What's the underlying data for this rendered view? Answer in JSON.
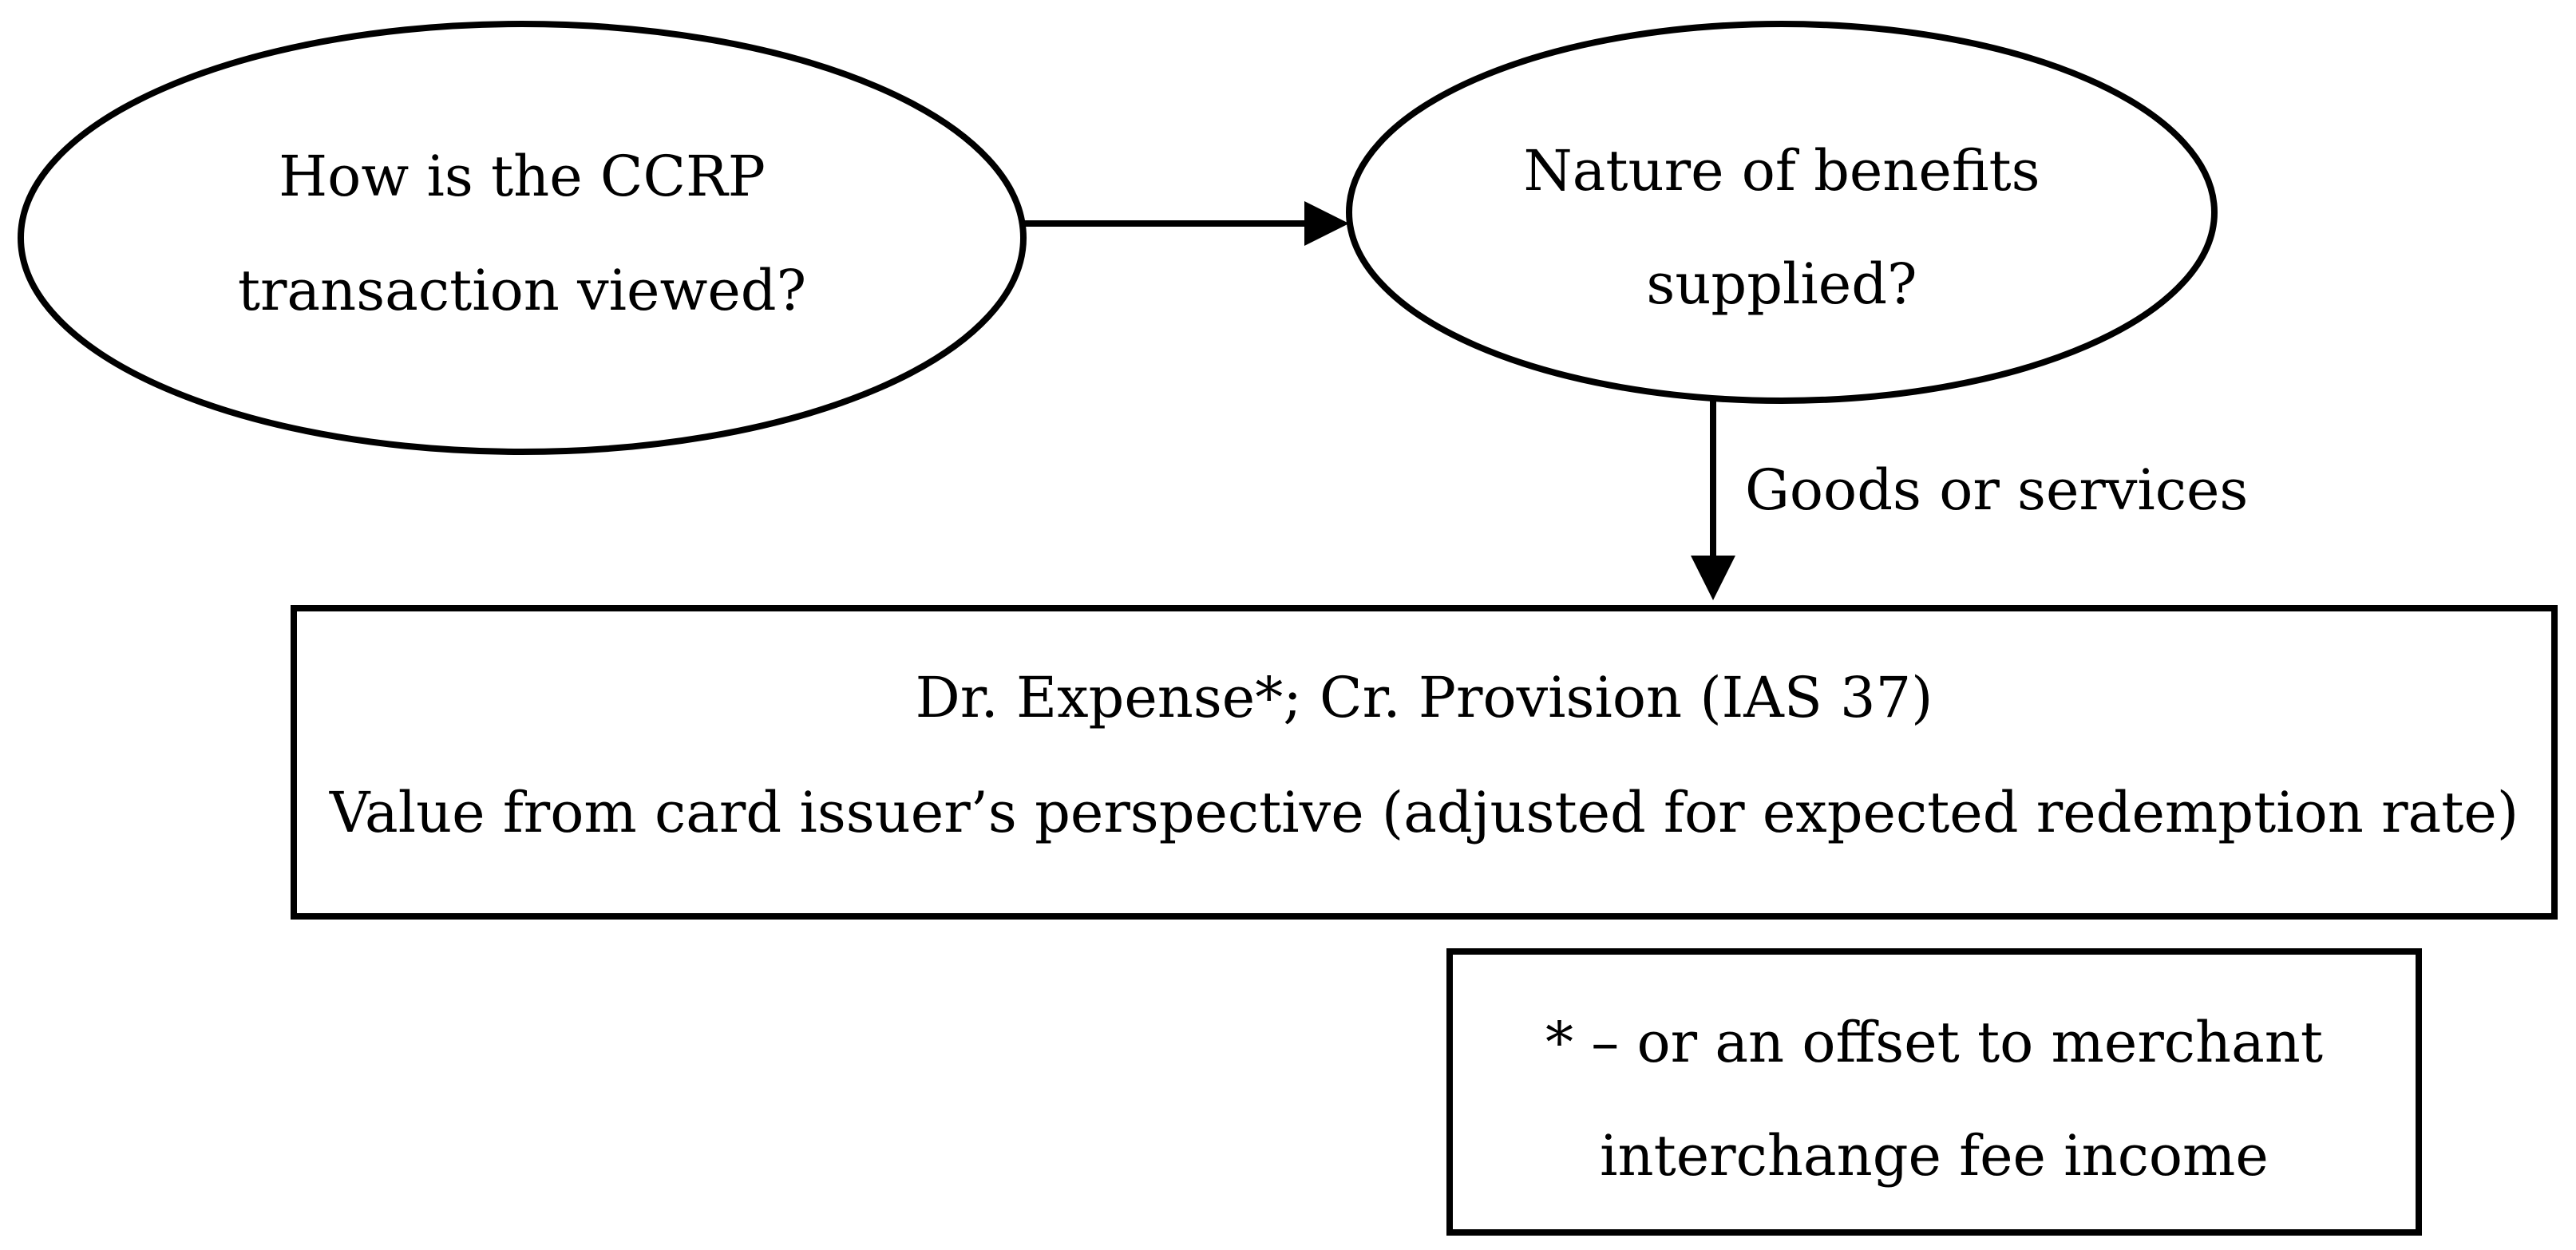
{
  "nodes": {
    "start": {
      "line1": "How is the CCRP",
      "line2": "transaction viewed?"
    },
    "benefits": {
      "line1": "Nature of benefits",
      "line2": "supplied?"
    },
    "entry": {
      "line1": "Dr. Expense*; Cr. Provision (IAS 37)",
      "line2": "Value from card issuer’s perspective (adjusted for expected redemption rate)"
    },
    "footnote": {
      "line1": "* – or an offset to merchant",
      "line2": "interchange fee income"
    }
  },
  "edges": {
    "benefits_to_entry": {
      "label": "Goods or services"
    }
  },
  "colors": {
    "stroke": "#000000",
    "background": "#ffffff",
    "text": "#000000"
  }
}
